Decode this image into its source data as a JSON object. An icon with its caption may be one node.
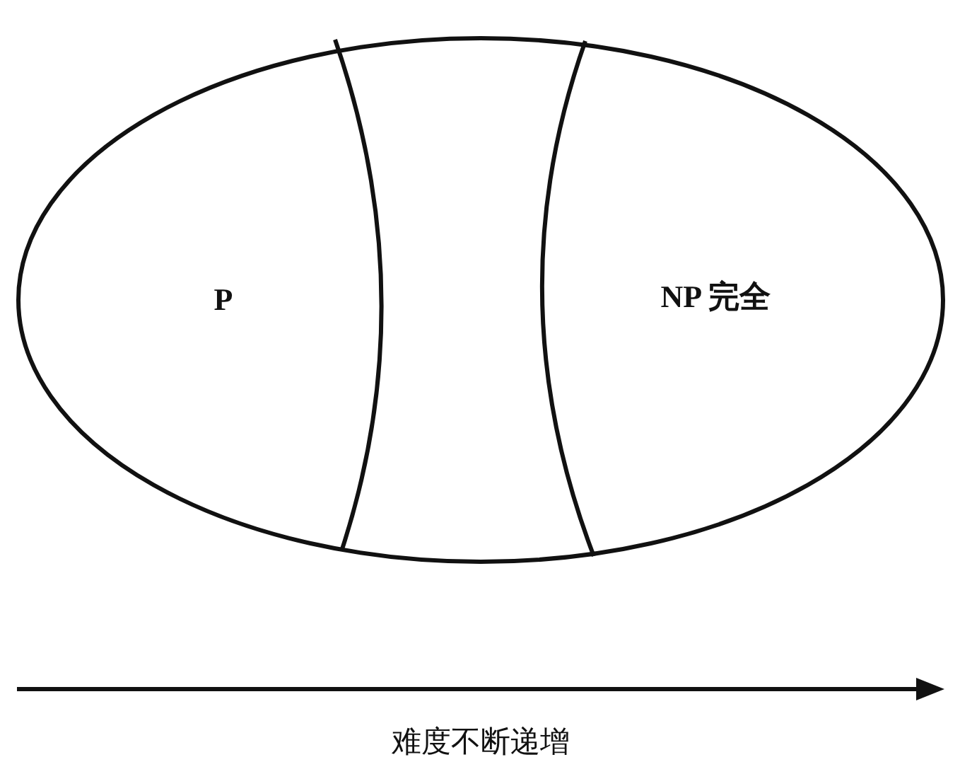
{
  "diagram": {
    "nodes": [
      {
        "text": [
          "P"
        ]
      },
      {
        "text": [
          "NP 完全"
        ]
      }
    ],
    "labels": [
      "难度不断递增"
    ]
  }
}
